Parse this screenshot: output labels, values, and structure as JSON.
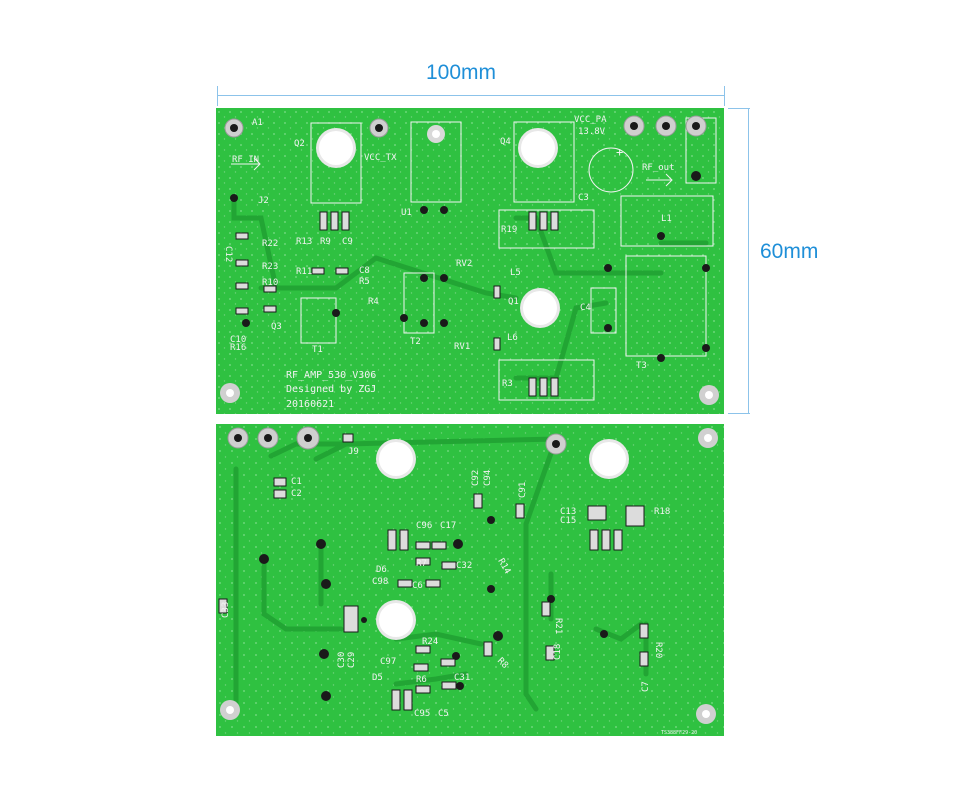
{
  "dimensions": {
    "width_label": "100mm",
    "height_label": "60mm"
  },
  "colors": {
    "pcb": "#2fc141",
    "copper": "#3ed94e",
    "silk": "#f2f2f2",
    "pad": "#d9d9d9",
    "dim": "#1f8fd8"
  },
  "top_board": {
    "labels": {
      "a1": "A1",
      "q2": "Q2",
      "vcc_tx": "VCC_TX",
      "q4": "Q4",
      "vcc_pa": "VCC_PA",
      "v138": "13.8V",
      "rf_in": "RF_IN",
      "rf_out": "RF_out",
      "plus": "+",
      "c3": "C3",
      "j2": "J2",
      "u1": "U1",
      "l1": "L1",
      "r19": "R19",
      "r22": "R22",
      "r13": "R13",
      "r9": "R9",
      "c9": "C9",
      "r23": "R23",
      "r10": "R10",
      "r11": "R11",
      "c8": "C8",
      "r5": "R5",
      "r4": "R4",
      "rv2": "RV2",
      "l5": "L5",
      "q1": "Q1",
      "c4": "C4",
      "t3": "T3",
      "c12": "C12",
      "c10": "C10",
      "r16": "R16",
      "q3": "Q3",
      "t1": "T1",
      "t2": "T2",
      "rv1": "RV1",
      "l6": "L6",
      "r3": "R3",
      "title": "RF_AMP_530_V306",
      "designer": "Designed by ZGJ",
      "date": "20160621"
    }
  },
  "bottom_board": {
    "labels": {
      "j9": "J9",
      "c1": "C1",
      "c2": "C2",
      "c92": "C92",
      "c94": "C94",
      "c91": "C91",
      "c13": "C13",
      "c15": "C15",
      "r18": "R18",
      "c96": "C96",
      "c17": "C17",
      "d6": "D6",
      "r7": "R7",
      "c32": "C32",
      "r14": "R14",
      "c98": "C98",
      "c6": "C6",
      "c33": "C33",
      "r21": "R21",
      "r24": "R24",
      "c18": "C18",
      "r20": "R20",
      "c30": "C30",
      "c29": "C29",
      "c97": "C97",
      "r8": "R8",
      "d5": "D5",
      "r6": "R6",
      "c31": "C31",
      "c7": "C7",
      "c95": "C95",
      "c5": "C5",
      "code": "TS388FF29-20"
    }
  }
}
